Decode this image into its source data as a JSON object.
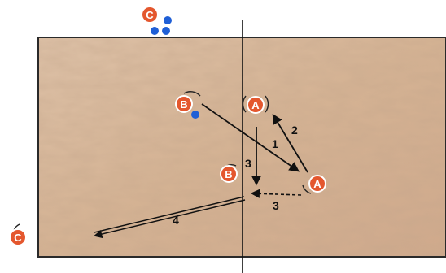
{
  "players": [
    {
      "id": "C",
      "label": "C"
    },
    {
      "id": "B",
      "label": "B"
    },
    {
      "id": "A",
      "label": "A"
    },
    {
      "id": "B",
      "label": "B"
    },
    {
      "id": "A",
      "label": "A"
    },
    {
      "id": "C",
      "label": "C"
    }
  ],
  "arrow_labels": [
    "1",
    "2",
    "3",
    "3",
    "4"
  ],
  "colors": {
    "court": "#d7b79a",
    "court_dark": "#c9a284",
    "court_border": "#222222",
    "player_fill": "#e4572e",
    "player_stroke": "#ffffff",
    "ball": "#1f5fd6",
    "arrow": "#111111"
  }
}
